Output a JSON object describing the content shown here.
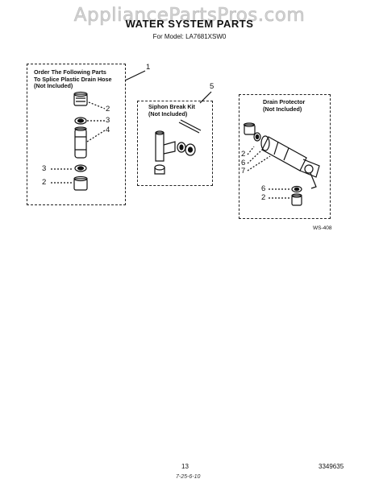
{
  "watermark": "AppliancePartsPros.com",
  "title": "WATER SYSTEM PARTS",
  "model_label": "For Model: LA7681XSW0",
  "boxes": {
    "splice": {
      "heading": "Order The Following Parts\nTo Splice Plastic Drain Hose\n(Not Included)"
    },
    "siphon": {
      "heading": "Siphon Break Kit\n(Not Included)"
    },
    "drain": {
      "heading": "Drain Protector\n(Not Included)"
    }
  },
  "callouts": {
    "c1": "1",
    "c5": "5",
    "splice_2a": "2",
    "splice_3a": "3",
    "splice_4": "4",
    "splice_3b": "3",
    "splice_2b": "2",
    "drain_2a": "2",
    "drain_6a": "6",
    "drain_7": "7",
    "drain_6b": "6",
    "drain_2b": "2"
  },
  "figure_code": "WS-408",
  "page_number": "13",
  "doc_number": "3349635",
  "handwriting": "7-25-6-10"
}
